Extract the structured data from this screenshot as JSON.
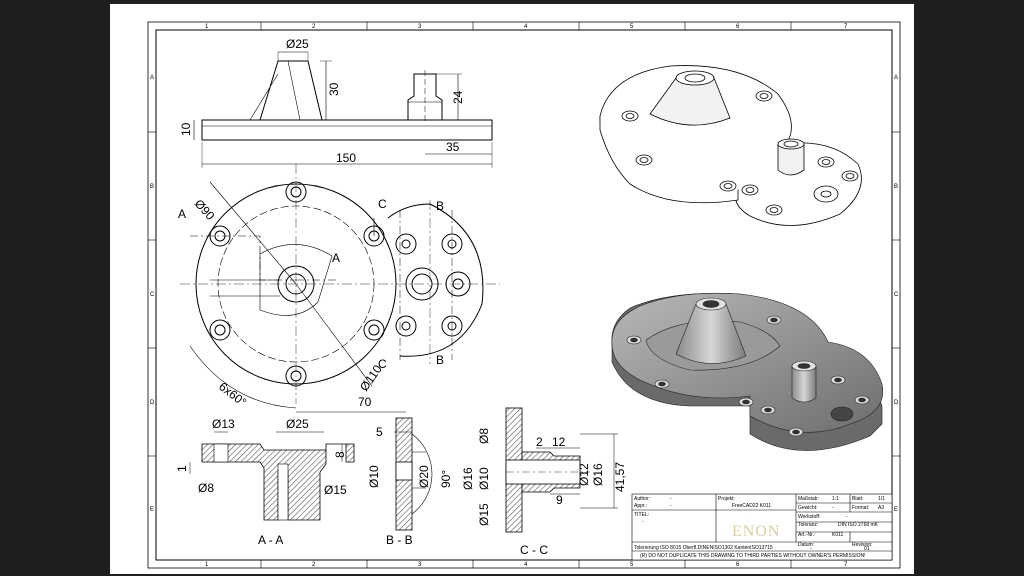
{
  "zones": {
    "columns": [
      "1",
      "2",
      "3",
      "4",
      "5",
      "6",
      "7"
    ],
    "rows": [
      "A",
      "B",
      "C",
      "D",
      "E"
    ]
  },
  "dimensions": {
    "top_view": {
      "d25": "Ø25",
      "h30": "30",
      "h24": "24",
      "t10": "10",
      "w150": "150",
      "w35": "35"
    },
    "plan_view": {
      "d90": "Ø90",
      "d110": "Ø110",
      "angle": "6x60°",
      "w70": "70"
    },
    "section_aa": {
      "d13": "Ø13",
      "d25": "Ø25",
      "h8": "8",
      "h1": "1",
      "d8": "Ø8",
      "d15": "Ø15"
    },
    "section_bb": {
      "t5": "5",
      "d10": "Ø10",
      "d20": "Ø20",
      "ang90": "90°"
    },
    "section_cc": {
      "d8": "Ø8",
      "d16": "Ø16",
      "d10": "Ø10",
      "d15": "Ø15",
      "w2": "2",
      "w12": "12",
      "d12": "Ø12",
      "d16r": "Ø16",
      "w9": "9",
      "h4157": "41,57"
    }
  },
  "section_markers": {
    "a_left": "A",
    "a_right": "A",
    "b_top": "B",
    "b_bottom": "B",
    "c_top": "C",
    "c_bottom": "C"
  },
  "section_labels": {
    "aa": "A - A",
    "bb": "B - B",
    "cc": "C - C"
  },
  "title_block": {
    "author_label": "Author:",
    "author_value": "-",
    "appr_label": "Appr.:",
    "appr_value": "-",
    "projekt_label": "Projekt:",
    "projekt_value": "FreeCAD22 K011",
    "massstab_label": "Maßstab:",
    "massstab_value": "1:1",
    "blatt_label": "Blatt:",
    "blatt_value": "1/1",
    "gewicht_label": "Gewicht:",
    "gewicht_value": "-",
    "format_label": "Format:",
    "format_value": "A3",
    "titel_label": "TITEL:",
    "titel_value": "-",
    "werkstoff_label": "Werkstoff:",
    "werkstoff_value": "-",
    "toleranz_label": "Toleranz:",
    "toleranz_value": "DIN ISO 2768 mK",
    "artnr_label": "Art.-Nr.:",
    "artnr_value": "K011",
    "datum_label": "Datum:",
    "datum_value": "-",
    "revision_label": "Revision:",
    "revision_value": "01",
    "logo_text": "ENON",
    "tolerance_line": "Tolerierung ISO 8015    Oberfl.DINENISO1302 KantenISO13715",
    "copyright": "(R) DO NOT DUPLICATE THIS DRAWING TO THIRD PARTIES WITHOUT OWNER'S PERMISSION!"
  }
}
